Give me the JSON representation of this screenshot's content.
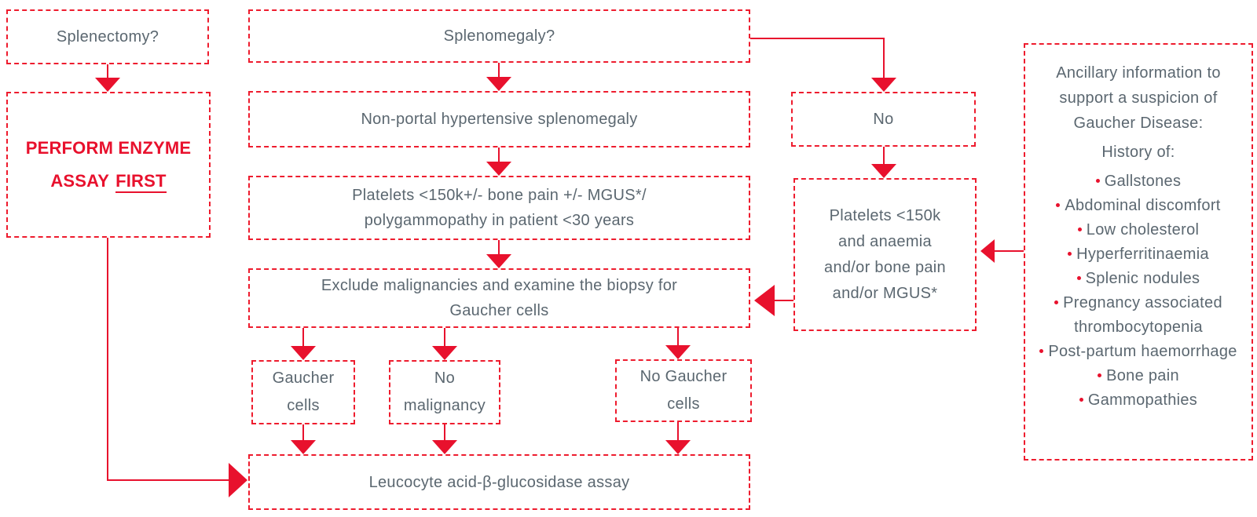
{
  "palette": {
    "red": "#e8112d",
    "text_gray": "#5b6770"
  },
  "boxes": {
    "splenectomy": {
      "label": "Splenectomy?"
    },
    "perform": {
      "line1": "PERFORM ENZYME",
      "line2_word": "ASSAY",
      "line2_underlined": "FIRST"
    },
    "splenomegaly": {
      "label": "Splenomegaly?"
    },
    "nonportal": {
      "label": "Non-portal hypertensive splenomegaly"
    },
    "platelets30": {
      "lines": [
        "Platelets <150k+/- bone pain +/- MGUS*/",
        "polygammopathy in patient <30 years"
      ]
    },
    "exclude": {
      "lines": [
        "Exclude malignancies and examine the biopsy for",
        "Gaucher cells"
      ]
    },
    "gaucher_cells": {
      "lines": [
        "Gaucher",
        "cells"
      ]
    },
    "no_malignancy": {
      "lines": [
        "No",
        "malignancy"
      ]
    },
    "no_gaucher_cells": {
      "lines": [
        "No Gaucher",
        "cells"
      ]
    },
    "leucocyte": {
      "label": "Leucocyte acid-β-glucosidase assay"
    },
    "no": {
      "label": "No"
    },
    "platelets_anaemia": {
      "lines": [
        "Platelets <150k",
        "and anaemia",
        "and/or bone pain",
        "and/or MGUS*"
      ]
    }
  },
  "ancillary": {
    "title_lines": [
      "Ancillary information to",
      "support a suspicion of",
      "Gaucher Disease:"
    ],
    "subtitle": "History of:",
    "items": [
      "Gallstones",
      "Abdominal discomfort",
      "Low cholesterol",
      "Hyperferritinaemia",
      "Splenic nodules",
      "Pregnancy associated thrombocytopenia",
      "Post-partum haemorrhage",
      "Bone pain",
      "Gammopathies"
    ]
  }
}
